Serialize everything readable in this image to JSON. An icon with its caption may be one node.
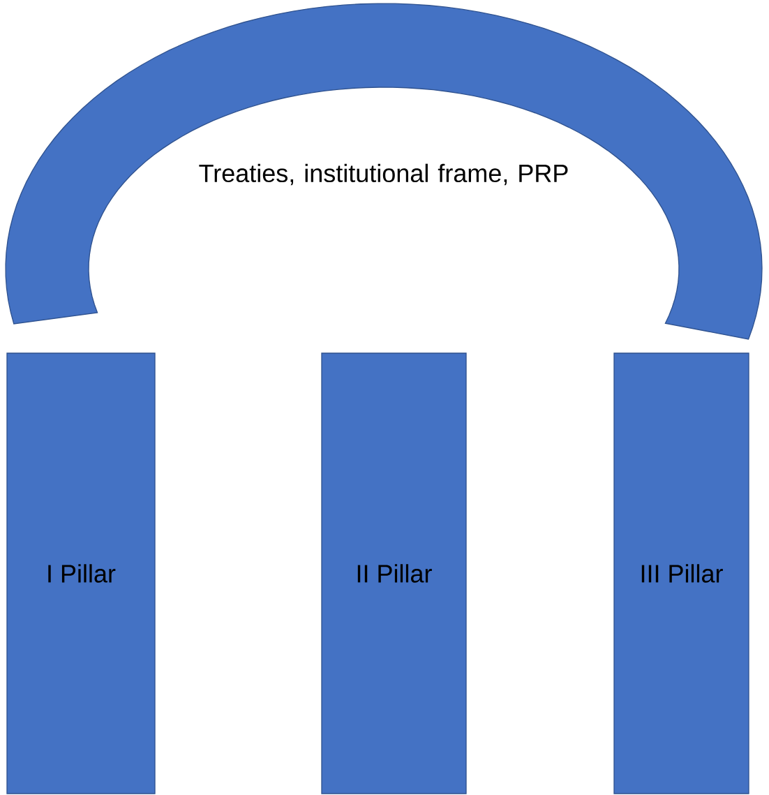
{
  "diagram": {
    "nodes": [
      {
        "text": [
          "Treaties, institutional frame, PRP"
        ]
      },
      {
        "text": [
          "I Pillar"
        ]
      },
      {
        "text": [
          "II Pillar"
        ]
      },
      {
        "text": [
          "III Pillar"
        ]
      }
    ]
  }
}
